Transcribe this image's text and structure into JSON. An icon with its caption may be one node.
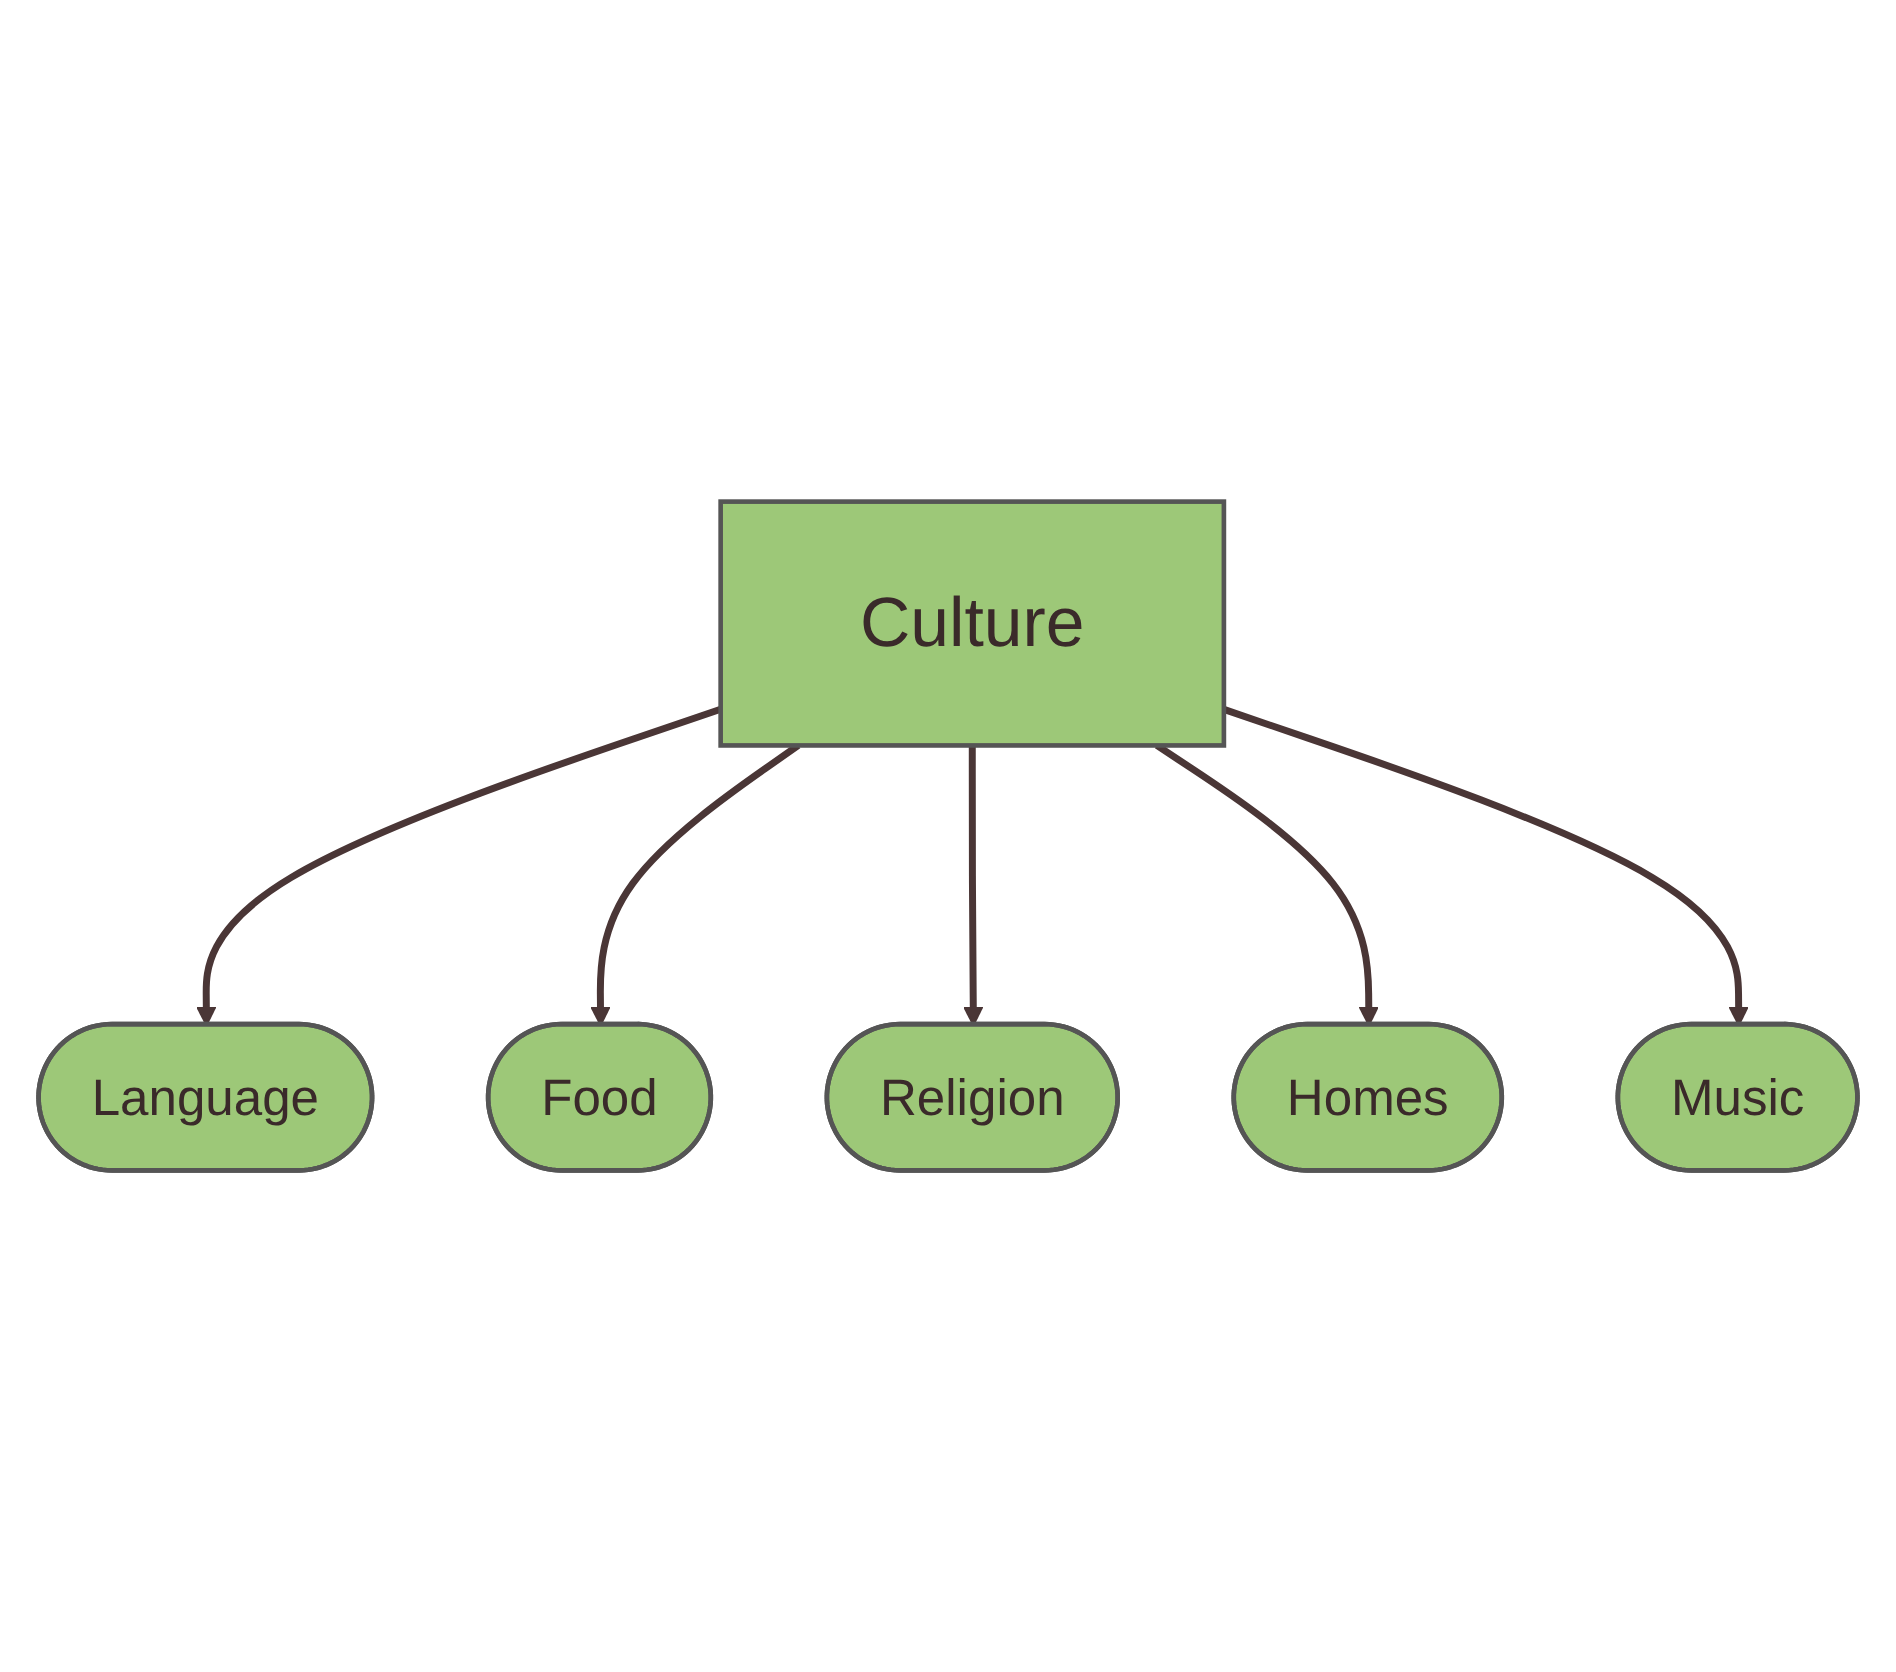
{
  "diagram": {
    "nodes": [
      {
        "text": [
          "Language"
        ]
      },
      {
        "text": [
          "Food"
        ]
      },
      {
        "text": [
          "Culture"
        ]
      },
      {
        "text": [
          "Religion"
        ]
      },
      {
        "text": [
          "Music"
        ]
      },
      {
        "text": [
          "Homes"
        ]
      }
    ],
    "edges": [
      {
        "from": 2,
        "to": 0,
        "arrow": "to"
      },
      {
        "from": 2,
        "to": 1,
        "arrow": "to"
      },
      {
        "from": 2,
        "to": 3,
        "arrow": "to"
      },
      {
        "from": 2,
        "to": 5,
        "arrow": "to"
      },
      {
        "from": 2,
        "to": 4,
        "arrow": "to"
      }
    ]
  }
}
